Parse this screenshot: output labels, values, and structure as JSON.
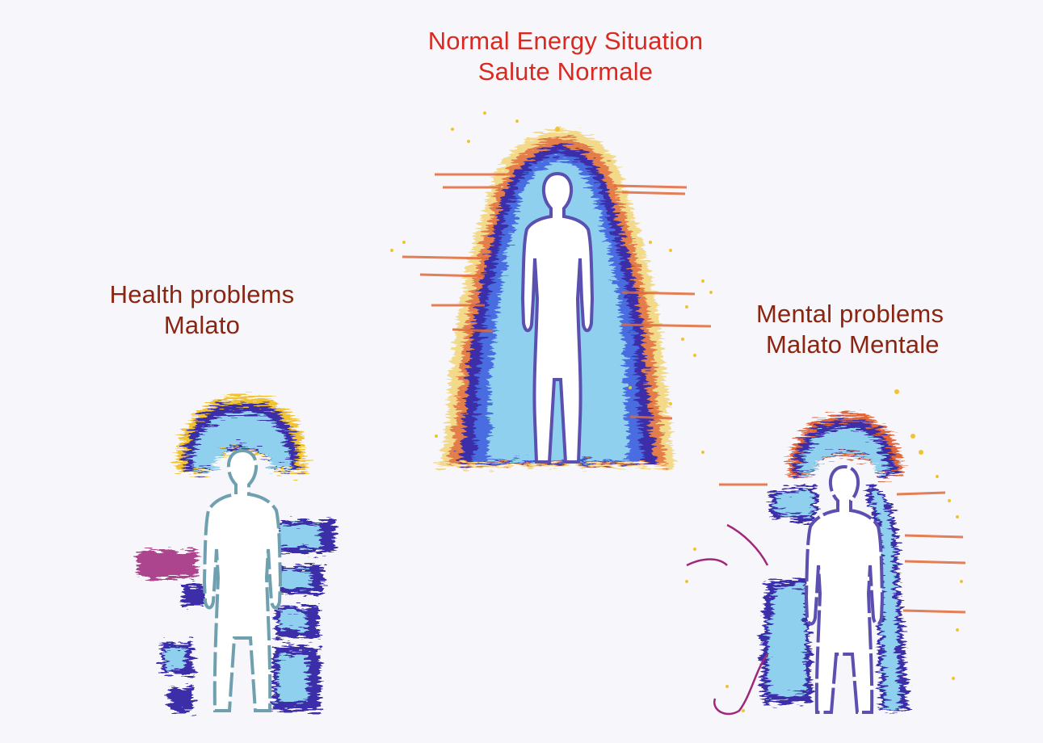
{
  "panels": {
    "normal": {
      "caption_line1": "Normal Energy Situation",
      "caption_line2": "Salute Normale",
      "caption_color": "#d92a22"
    },
    "health": {
      "caption_line1": "Health problems",
      "caption_line2": "Malato",
      "caption_color": "#8a2512"
    },
    "mental": {
      "caption_line1": "Mental problems",
      "caption_line2": "Malato Mentale",
      "caption_color": "#8a2512"
    }
  },
  "palette": {
    "background": "#f7f7fb",
    "aura_yellow": "#f1c232",
    "aura_orange": "#e0663a",
    "aura_magenta": "#a0287a",
    "aura_purple": "#3a2ea8",
    "aura_blue": "#4a6ce0",
    "aura_cyan": "#8fd0ee",
    "body_outline": "#5b4fb0"
  }
}
